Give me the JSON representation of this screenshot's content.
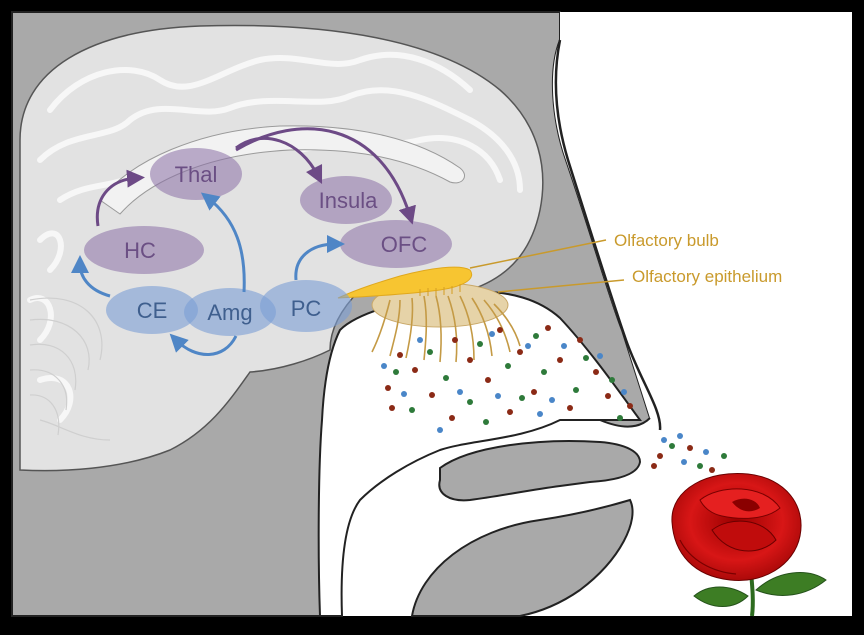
{
  "diagram": {
    "regions": {
      "thal": "Thal",
      "insula": "Insula",
      "hc": "HC",
      "ofc": "OFC",
      "ce": "CE",
      "amg": "Amg",
      "pc": "PC"
    },
    "callouts": {
      "olfactory_bulb": "Olfactory bulb",
      "olfactory_epithelium": "Olfactory epithelium"
    },
    "colors": {
      "purple_region": "#8a70a6",
      "purple_arrow": "#6d4a86",
      "blue_region": "#7b9fd6",
      "blue_arrow": "#4f86c6",
      "bulb": "#f7c531",
      "callout": "#c99a2c",
      "label_purple": "#6b4f84",
      "label_blue": "#3f5f8e",
      "odor_red": "#8b2a16",
      "odor_green": "#2e7a3a",
      "odor_blue": "#4a86c8",
      "rose": "#cc1010"
    },
    "icons": [
      "rose-flower-icon"
    ]
  }
}
